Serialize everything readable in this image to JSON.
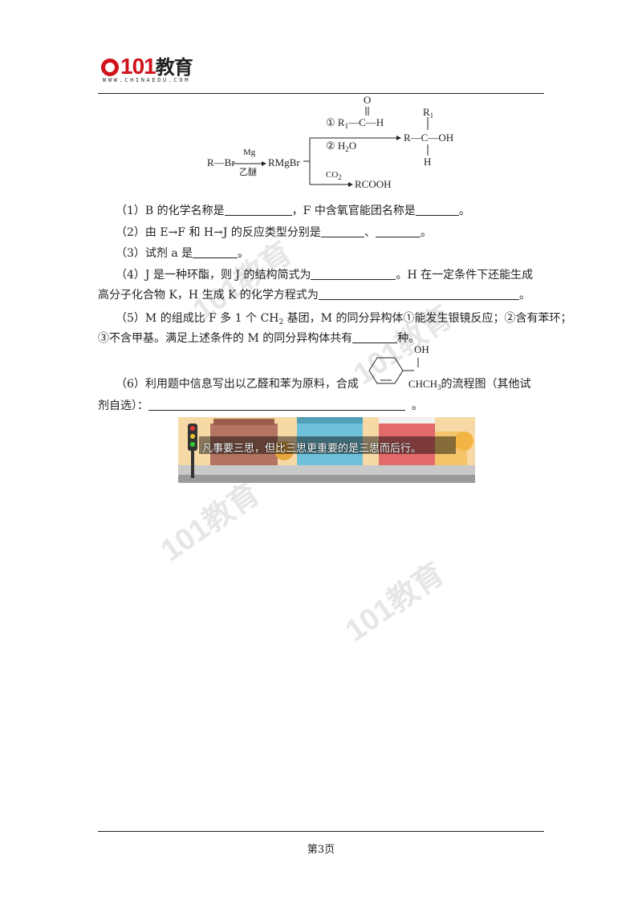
{
  "header": {
    "logo_number": "101",
    "logo_text": "教育",
    "logo_url": "WWW.CHINAEDU.COM"
  },
  "watermark": {
    "text": "101教育",
    "url": "WWW.CHINAEDU.COM"
  },
  "scheme": {
    "reactant": "R—Br",
    "reagent_top": "Mg",
    "reagent_bottom": "乙醚",
    "intermediate": "RMgBr",
    "upper_step1_prefix": "① R",
    "upper_step1_sub": "1",
    "upper_step1_suffix": "—C—H",
    "carbonyl_o": "O",
    "upper_step2_prefix": "② H",
    "upper_step2_sub": "2",
    "upper_step2_suffix": "O",
    "product1_r1_prefix": "R",
    "product1_r1_sub": "1",
    "product1_main": "R—C—OH",
    "product1_h": "H",
    "lower_reagent_prefix": "CO",
    "lower_reagent_sub": "2",
    "product2": "RCOOH"
  },
  "questions": {
    "q1_a": "（1）B 的化学名称是",
    "q1_b": "，F 中含氧官能团名称是",
    "q1_c": "。",
    "q2_a": "（2）由 E→F 和 H→J 的反应类型分别是",
    "q2_b": "、",
    "q2_c": "。",
    "q3_a": "（3）试剂 a 是",
    "q3_b": "。",
    "q4_a": "（4）J 是一种环酯，则 J 的结构简式为",
    "q4_b": "。H 在一定条件下还能生成",
    "q4_c": "高分子化合物 K，H 生成 K 的化学方程式为",
    "q4_d": "。",
    "q5_a": "（5）M 的组成比 F 多 1 个 CH",
    "q5_sub": "2",
    "q5_b": " 基团，M 的同分异构体①能发生银镜反应；②含有苯环；",
    "q5_c": "③不含甲基。满足上述条件的 M 的同分异构体共有",
    "q5_d": "种。",
    "q6_oh": "OH",
    "q6_a": "（6）利用题中信息写出以乙醛和苯为原料，合成",
    "q6_group_prefix": "CHCH",
    "q6_group_sub": "3",
    "q6_b": "的流程图（其他试",
    "q6_c": "剂自选）：",
    "q6_d": "。"
  },
  "banner": {
    "text": "凡事要三思，但比三思更重要的是三思而后行。"
  },
  "footer": {
    "page": "第3页"
  }
}
